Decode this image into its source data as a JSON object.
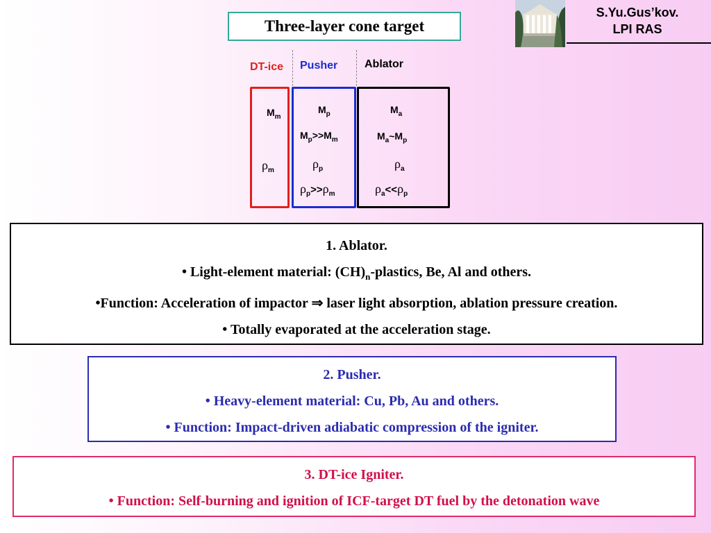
{
  "title": "Three-layer cone target",
  "author": {
    "name": "S.Yu.Gus’kov.",
    "affiliation": "LPI RAS"
  },
  "diagram": {
    "labels": {
      "dt_ice": "DT-ice",
      "pusher": "Pusher",
      "ablator": "Ablator"
    },
    "dt_ice": {
      "mass": "M",
      "mass_sub": "m",
      "rho": "ρ",
      "rho_sub": "m"
    },
    "pusher": {
      "mass": "M",
      "mass_sub": "p",
      "mass_rel_a": "M",
      "mass_rel_a_sub": "p",
      "mass_rel_op": ">>M",
      "mass_rel_b_sub": "m",
      "rho": "ρ",
      "rho_sub": "p",
      "rho_rel_a": "ρ",
      "rho_rel_a_sub": "p",
      "rho_rel_op": ">>",
      "rho_rel_b": "ρ",
      "rho_rel_b_sub": "m"
    },
    "ablator": {
      "mass": "M",
      "mass_sub": "a",
      "mass_rel_a": "M",
      "mass_rel_a_sub": "a",
      "mass_rel_op": "~M",
      "mass_rel_b_sub": "p",
      "rho": "ρ",
      "rho_sub": "a",
      "rho_rel_a": "ρ",
      "rho_rel_a_sub": "a",
      "rho_rel_op": "<<",
      "rho_rel_b": "ρ",
      "rho_rel_b_sub": "p"
    }
  },
  "sections": {
    "ablator": {
      "heading": "1.  Ablator.",
      "material_pre": "• Light-element material: (CH)",
      "material_sub": "n",
      "material_post": "-plastics, Be,  Al and others.",
      "function_pre": "•Function: Acceleration of impactor ",
      "arrow": "⇒",
      "function_post": " laser light absorption, ablation pressure creation.",
      "note": "• Totally evaporated at the acceleration stage."
    },
    "pusher": {
      "heading": "2. Pusher.",
      "material": "• Heavy-element material: Cu, Pb, Au and others.",
      "function": "• Function: Impact-driven  adiabatic compression of the igniter."
    },
    "igniter": {
      "heading": "3. DT-ice Igniter.",
      "function": "• Function: Self-burning and ignition of ICF-target DT fuel by the detonation wave"
    }
  },
  "colors": {
    "dt_ice": "#e0201c",
    "pusher": "#1c2cd0",
    "ablator": "#000000",
    "pusher_text": "#2b2bb0",
    "igniter_text": "#d0104a",
    "igniter_border": "#e02a6a",
    "title_border": "#33a89a"
  }
}
